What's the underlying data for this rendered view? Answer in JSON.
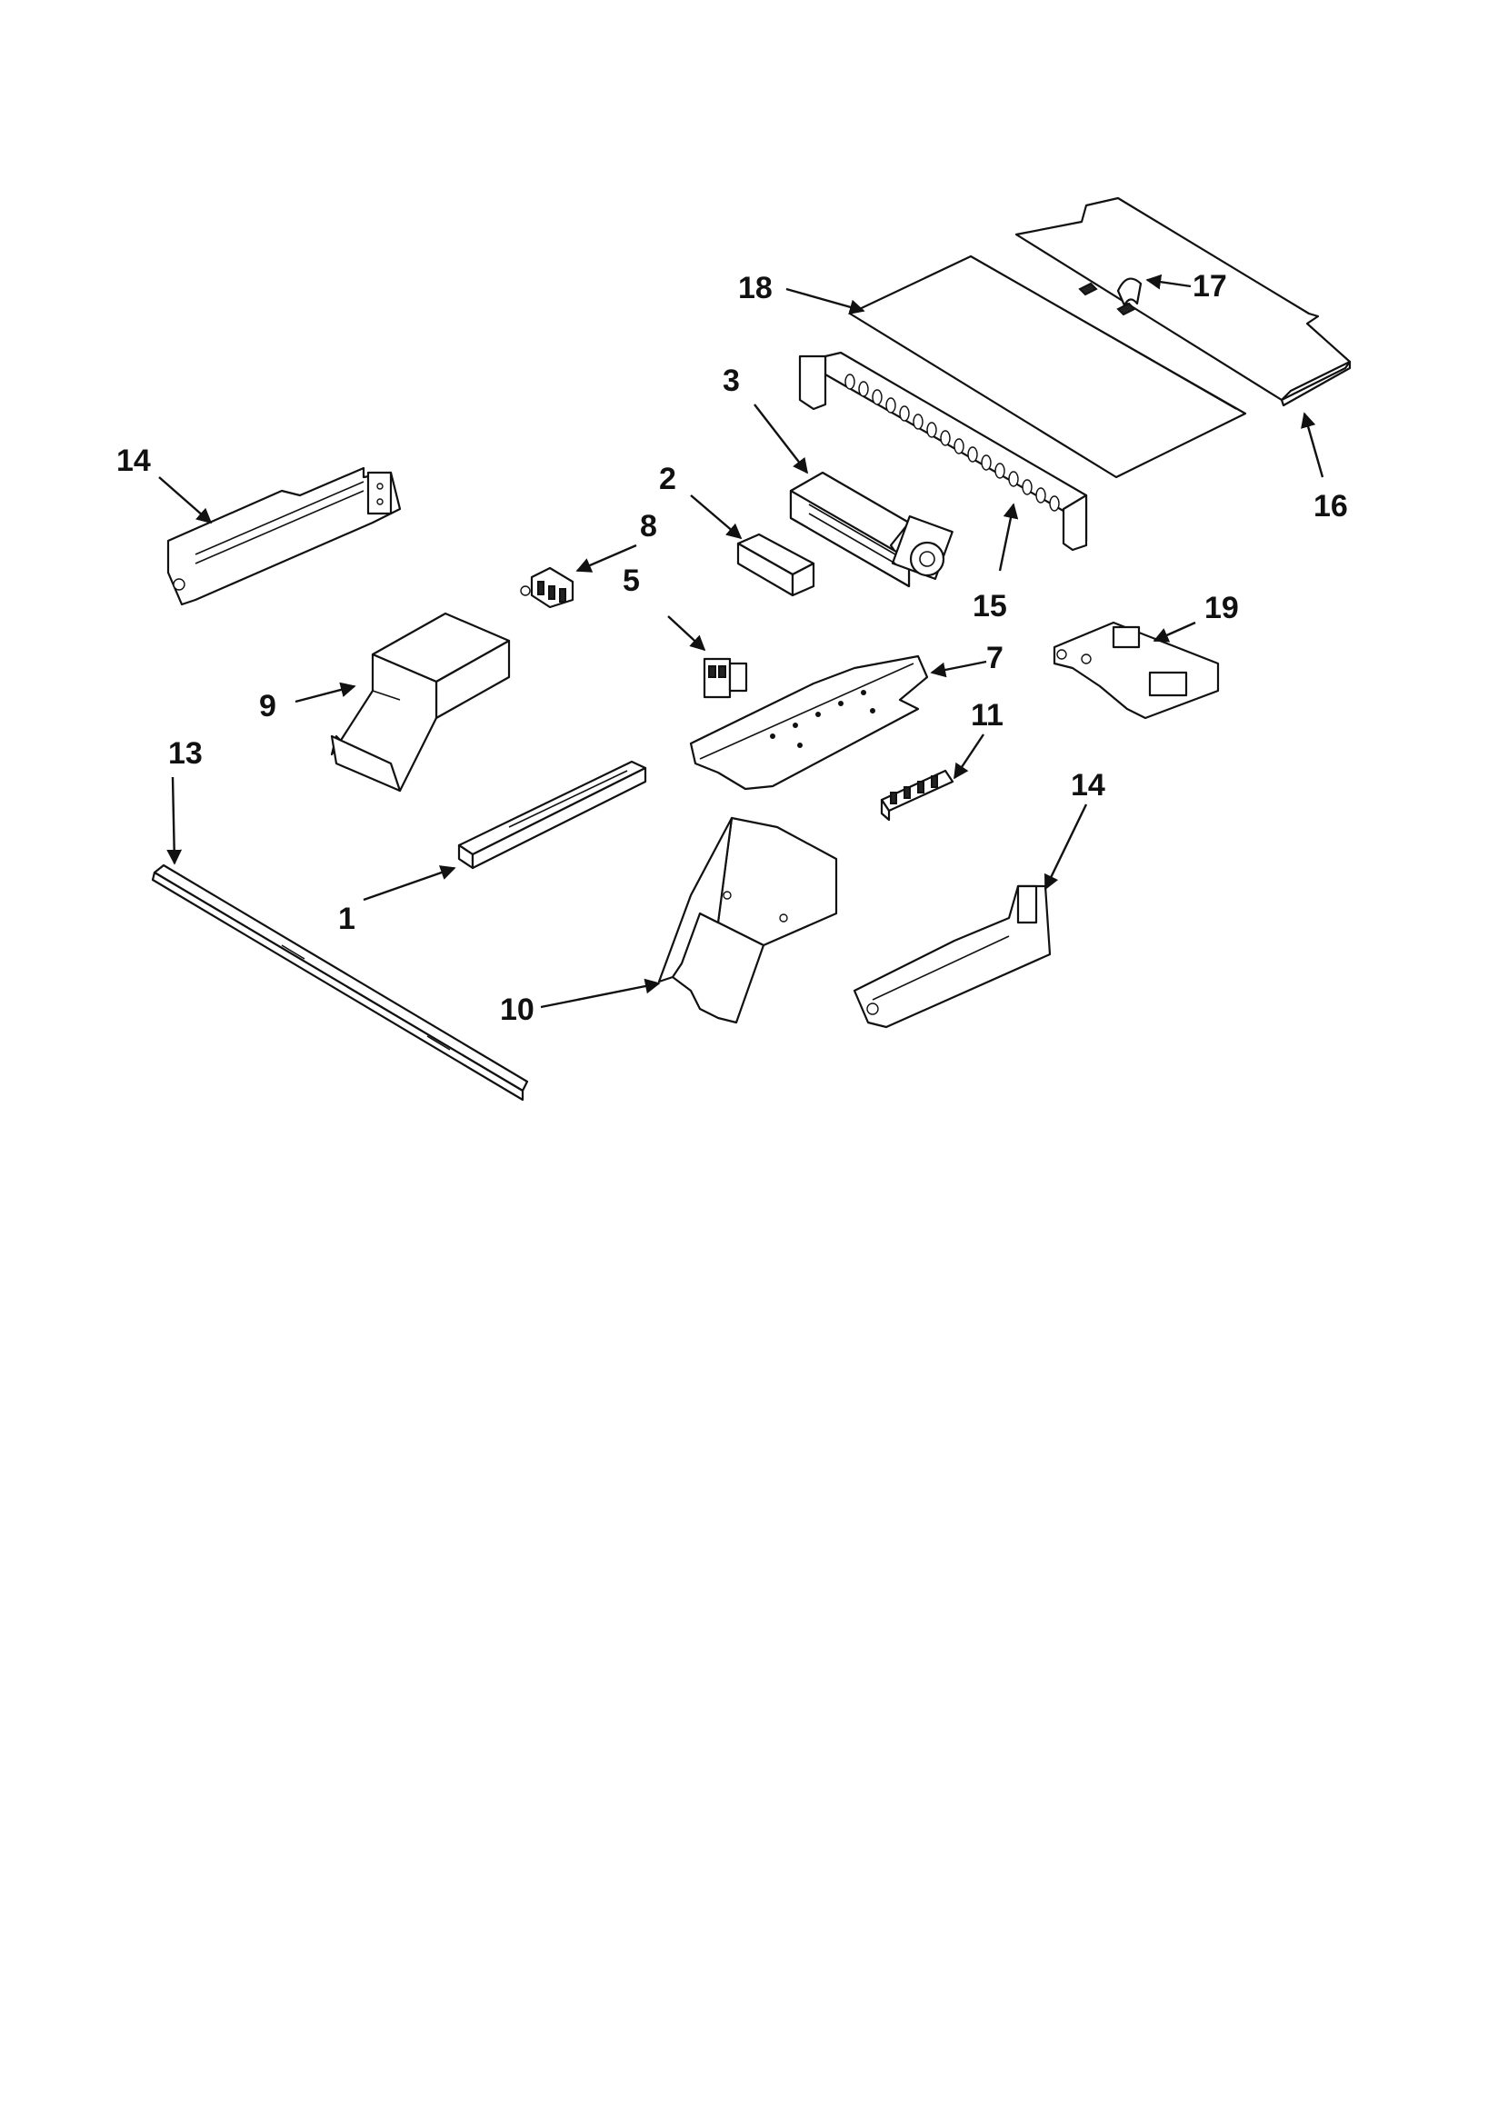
{
  "callouts": {
    "c1": "1",
    "c2": "2",
    "c3": "3",
    "c5": "5",
    "c7": "7",
    "c8": "8",
    "c9": "9",
    "c10": "10",
    "c11": "11",
    "c13": "13",
    "c14a": "14",
    "c14b": "14",
    "c15": "15",
    "c16": "16",
    "c17": "17",
    "c18": "18",
    "c19": "19"
  },
  "colors": {
    "line": "#111111",
    "background": "#ffffff"
  }
}
